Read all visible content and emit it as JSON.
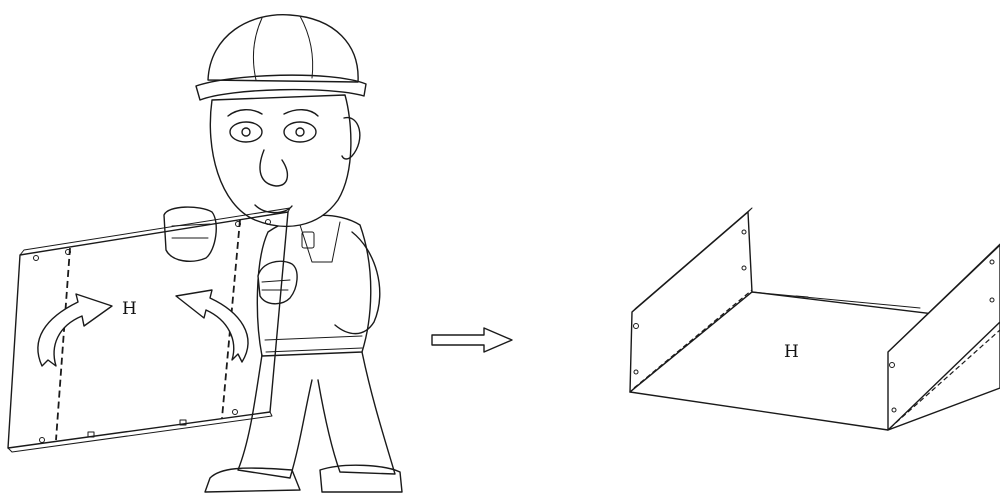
{
  "labels": {
    "left_panel": "H",
    "right_tray": "H"
  },
  "icons": [
    "worker-figure",
    "fold-arrow-left",
    "fold-arrow-right",
    "next-step-arrow"
  ],
  "colors": {
    "ink": "#1a1a1a",
    "background": "#ffffff"
  }
}
